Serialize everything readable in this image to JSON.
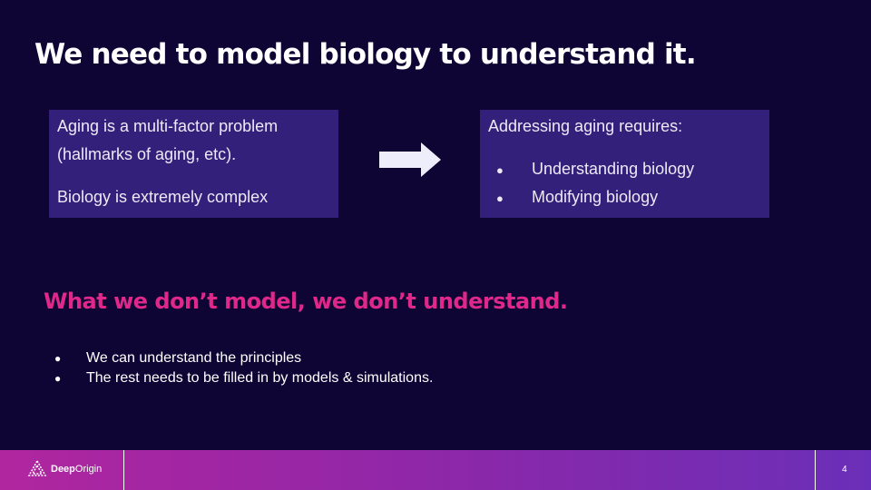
{
  "slide": {
    "title": "We need to model biology to understand it.",
    "left_box": {
      "line1": "Aging is a multi-factor problem",
      "line2": "(hallmarks of aging, etc).",
      "line3": "Biology is extremely complex"
    },
    "right_box": {
      "heading": "Addressing aging requires:",
      "bullets": [
        "Understanding biology",
        "Modifying biology"
      ]
    },
    "subtitle": "What we don’t model, we don’t understand.",
    "bullets": [
      "We can understand the principles",
      "The rest needs to be filled in by models & simulations."
    ]
  },
  "footer": {
    "logo_bold": "Deep",
    "logo_light": "Origin",
    "page_number": "4"
  },
  "colors": {
    "background": "#0e0535",
    "box": "#33207a",
    "accent": "#e0278a"
  }
}
